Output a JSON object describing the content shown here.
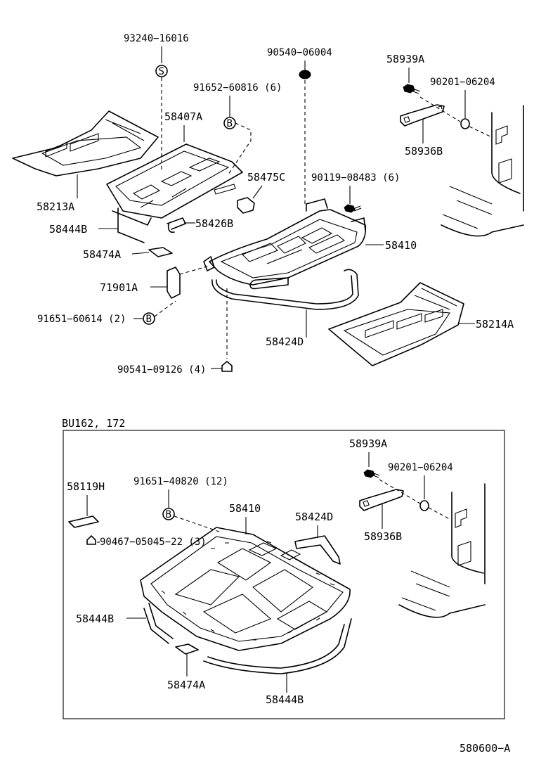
{
  "upper": {
    "labels": {
      "p93240": "93240−16016",
      "p90540": "90540−06004",
      "p58939": "58939A",
      "p90201": "90201−06204",
      "p91652": "91652−60816 (6)",
      "p58407": "58407A",
      "p58936": "58936B",
      "p58475": "58475C",
      "p90119": "90119−08483 (6)",
      "p58213": "58213A",
      "p58444": "58444B",
      "p58426": "58426B",
      "p58410": "58410",
      "p58474": "58474A",
      "p71901": "71901A",
      "p91651": "91651−60614 (2)",
      "p58424": "58424D",
      "p58214": "58214A",
      "p90541": "90541−09126 (4)"
    },
    "symbols": {
      "s": "S",
      "b1": "B",
      "b2": "B"
    }
  },
  "lower": {
    "group": "BU162, 172",
    "labels": {
      "p58939": "58939A",
      "p90201": "90201−06204",
      "p58119": "58119H",
      "p91651": "91651−40820 (12)",
      "p58410": "58410",
      "p58424": "58424D",
      "p58936": "58936B",
      "p90467": "90467−05045−22 (3)",
      "p58444a": "58444B",
      "p58474": "58474A",
      "p58444b": "58444B"
    },
    "symbols": {
      "b": "B"
    }
  },
  "figure_code": "580600−A"
}
